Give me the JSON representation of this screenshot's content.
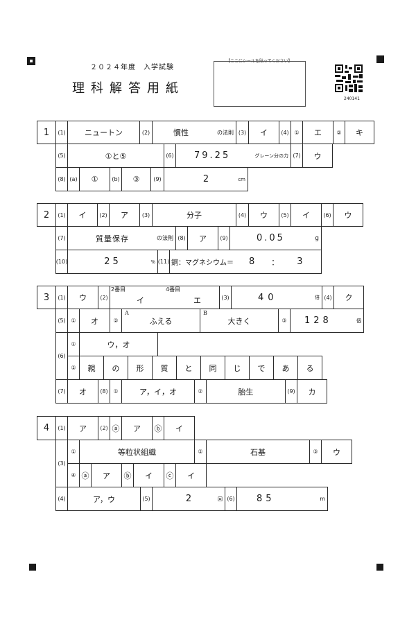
{
  "header": {
    "year": "２０２４年度　入学試験",
    "title": "理科解答用紙",
    "seal_caption": "【ここにシールを貼ってください】",
    "code": "240141"
  },
  "s1": {
    "num": "1",
    "q1": {
      "label": "(1)",
      "answer": "ニュートン"
    },
    "q2": {
      "label": "(2)",
      "answer": "慣性",
      "suffix": "の法則"
    },
    "q3": {
      "label": "(3)",
      "answer": "イ"
    },
    "q4": {
      "label": "(4)",
      "sub1": "①",
      "a1": "エ",
      "sub2": "②",
      "a2": "キ"
    },
    "q5": {
      "label": "(5)",
      "answer": "①と⑤"
    },
    "q6": {
      "label": "(6)",
      "answer": "79.25",
      "suffix": "グレーン分の力"
    },
    "q7": {
      "label": "(7)",
      "answer": "ウ"
    },
    "q8": {
      "label": "(8)",
      "sa": "(a)",
      "aa": "①",
      "sb": "(b)",
      "ab": "③"
    },
    "q9": {
      "label": "(9)",
      "answer": "2",
      "suffix": "cm"
    }
  },
  "s2": {
    "num": "2",
    "q1": {
      "label": "(1)",
      "answer": "イ"
    },
    "q2": {
      "label": "(2)",
      "answer": "ア"
    },
    "q3": {
      "label": "(3)",
      "answer": "分子"
    },
    "q4": {
      "label": "(4)",
      "answer": "ウ"
    },
    "q5": {
      "label": "(5)",
      "answer": "イ"
    },
    "q6": {
      "label": "(6)",
      "answer": "ウ"
    },
    "q7": {
      "label": "(7)",
      "answer": "質量保存",
      "suffix": "の法則"
    },
    "q8": {
      "label": "(8)",
      "answer": "ア"
    },
    "q9": {
      "label": "(9)",
      "answer": "0.05",
      "suffix": "g"
    },
    "q10": {
      "label": "(10)",
      "answer": "25",
      "suffix": "%"
    },
    "q11": {
      "label": "(11)",
      "prefix": "銅：マグネシウム＝",
      "a": "8",
      "sep": "：",
      "b": "3"
    }
  },
  "s3": {
    "num": "3",
    "q1": {
      "label": "(1)",
      "answer": "ウ"
    },
    "q2": {
      "label": "(2)",
      "cap1": "2番目",
      "a1": "イ",
      "cap2": "4番目",
      "a2": "エ"
    },
    "q3": {
      "label": "(3)",
      "answer": "40",
      "suffix": "倍"
    },
    "q4": {
      "label": "(4)",
      "answer": "ク"
    },
    "q5": {
      "label": "(5)",
      "sub1": "①",
      "a1": "オ",
      "sub2": "②",
      "capA": "A",
      "aA": "ふえる",
      "capB": "B",
      "aB": "大きく",
      "sub3": "③",
      "a3": "128",
      "suffix3": "個"
    },
    "q6": {
      "label": "(6)",
      "sub1": "①",
      "a1": "ウ，オ",
      "sub2": "②",
      "chars": [
        "親",
        "の",
        "形",
        "質",
        "と",
        "同",
        "じ",
        "で",
        "あ",
        "る"
      ]
    },
    "q7": {
      "label": "(7)",
      "answer": "オ"
    },
    "q8": {
      "label": "(8)",
      "sub1": "①",
      "a1": "ア，イ，オ",
      "sub2": "②",
      "a2": "胎生"
    },
    "q9": {
      "label": "(9)",
      "answer": "カ"
    }
  },
  "s4": {
    "num": "4",
    "q1": {
      "label": "(1)",
      "answer": "ア"
    },
    "q2": {
      "label": "(2)",
      "sa": "ⓐ",
      "aa": "ア",
      "sb": "ⓑ",
      "ab": "イ"
    },
    "q3": {
      "label": "(3)",
      "sub1": "①",
      "a1": "等粒状組織",
      "sub2": "②",
      "a2": "石基",
      "sub3": "③",
      "a3": "ウ",
      "sub4": "④",
      "sa": "ⓐ",
      "aa": "ア",
      "sb": "ⓑ",
      "ab": "イ",
      "sc": "ⓒ",
      "ac": "イ"
    },
    "q4": {
      "label": "(4)",
      "answer": "ア，ウ"
    },
    "q5": {
      "label": "(5)",
      "answer": "2",
      "suffix": "回"
    },
    "q6": {
      "label": "(6)",
      "answer": "85",
      "suffix": "m"
    }
  }
}
